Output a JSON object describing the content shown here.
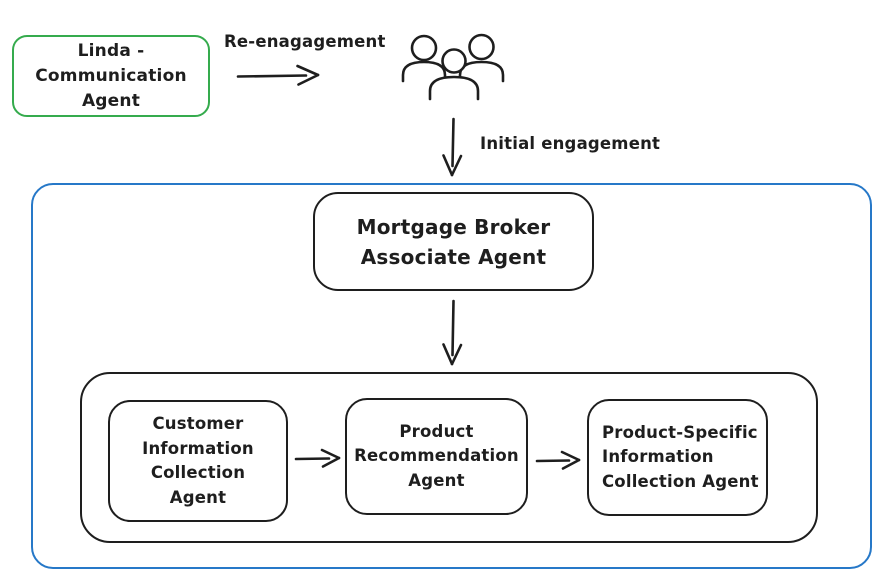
{
  "diagram": {
    "title": "Mortgage broker agent flow diagram",
    "colors": {
      "green_accent": "#35ab4d",
      "blue_accent": "#2678c8",
      "stroke": "#1e1e1e",
      "background": "#ffffff"
    },
    "nodes": {
      "linda": {
        "label": "Linda -\nCommunication\nAgent"
      },
      "customers": {
        "icon": "people-group-icon"
      },
      "mortgage_broker": {
        "label": "Mortgage Broker\nAssociate Agent"
      },
      "customer_info_collection": {
        "label": "Customer\nInformation\nCollection\nAgent"
      },
      "product_recommendation": {
        "label": "Product\nRecommendation\nAgent"
      },
      "product_specific_info_collection": {
        "label": "Product-Specific\nInformation\nCollection Agent"
      }
    },
    "edges": {
      "re_engagement": {
        "label": "Re-enagagement"
      },
      "initial_engagement": {
        "label": "Initial engagement"
      }
    }
  }
}
